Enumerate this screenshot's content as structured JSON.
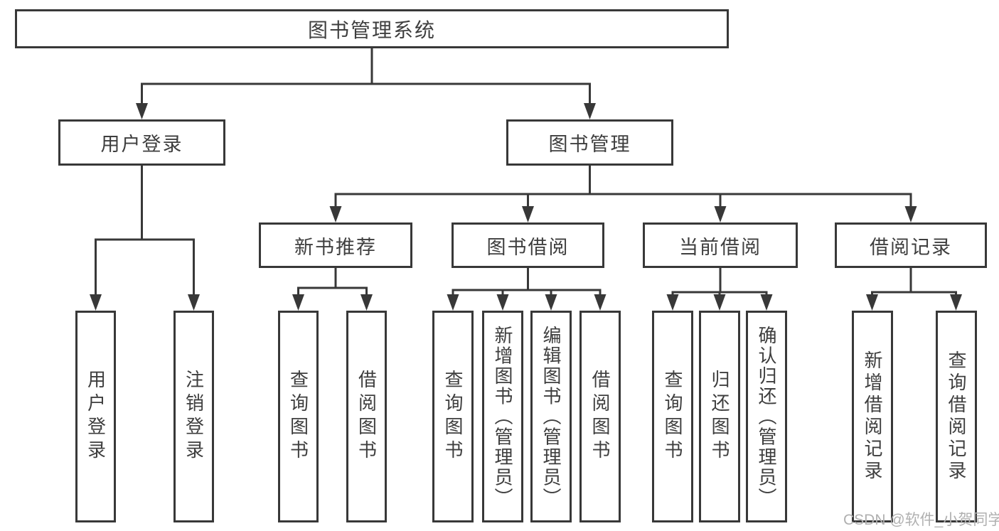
{
  "diagram": {
    "root": "图书管理系统",
    "branches": [
      {
        "label": "用户登录",
        "leaves": [
          "用户登录",
          "注销登录"
        ]
      },
      {
        "label": "图书管理",
        "children": [
          {
            "label": "新书推荐",
            "leaves": [
              "查询图书",
              "借阅图书"
            ]
          },
          {
            "label": "图书借阅",
            "leaves": [
              "查询图书",
              "新增图书（管理员）",
              "编辑图书（管理员）",
              "借阅图书"
            ]
          },
          {
            "label": "当前借阅",
            "leaves": [
              "查询图书",
              "归还图书",
              "确认归还（管理员）"
            ]
          },
          {
            "label": "借阅记录",
            "leaves": [
              "新增借阅记录",
              "查询借阅记录"
            ]
          }
        ]
      }
    ]
  },
  "watermark": "CSDN @软件_小贺同学",
  "colors": {
    "line": "#383838",
    "text": "#3e3e3e",
    "watermark": "#b0b0b0",
    "background": "#ffffff"
  }
}
